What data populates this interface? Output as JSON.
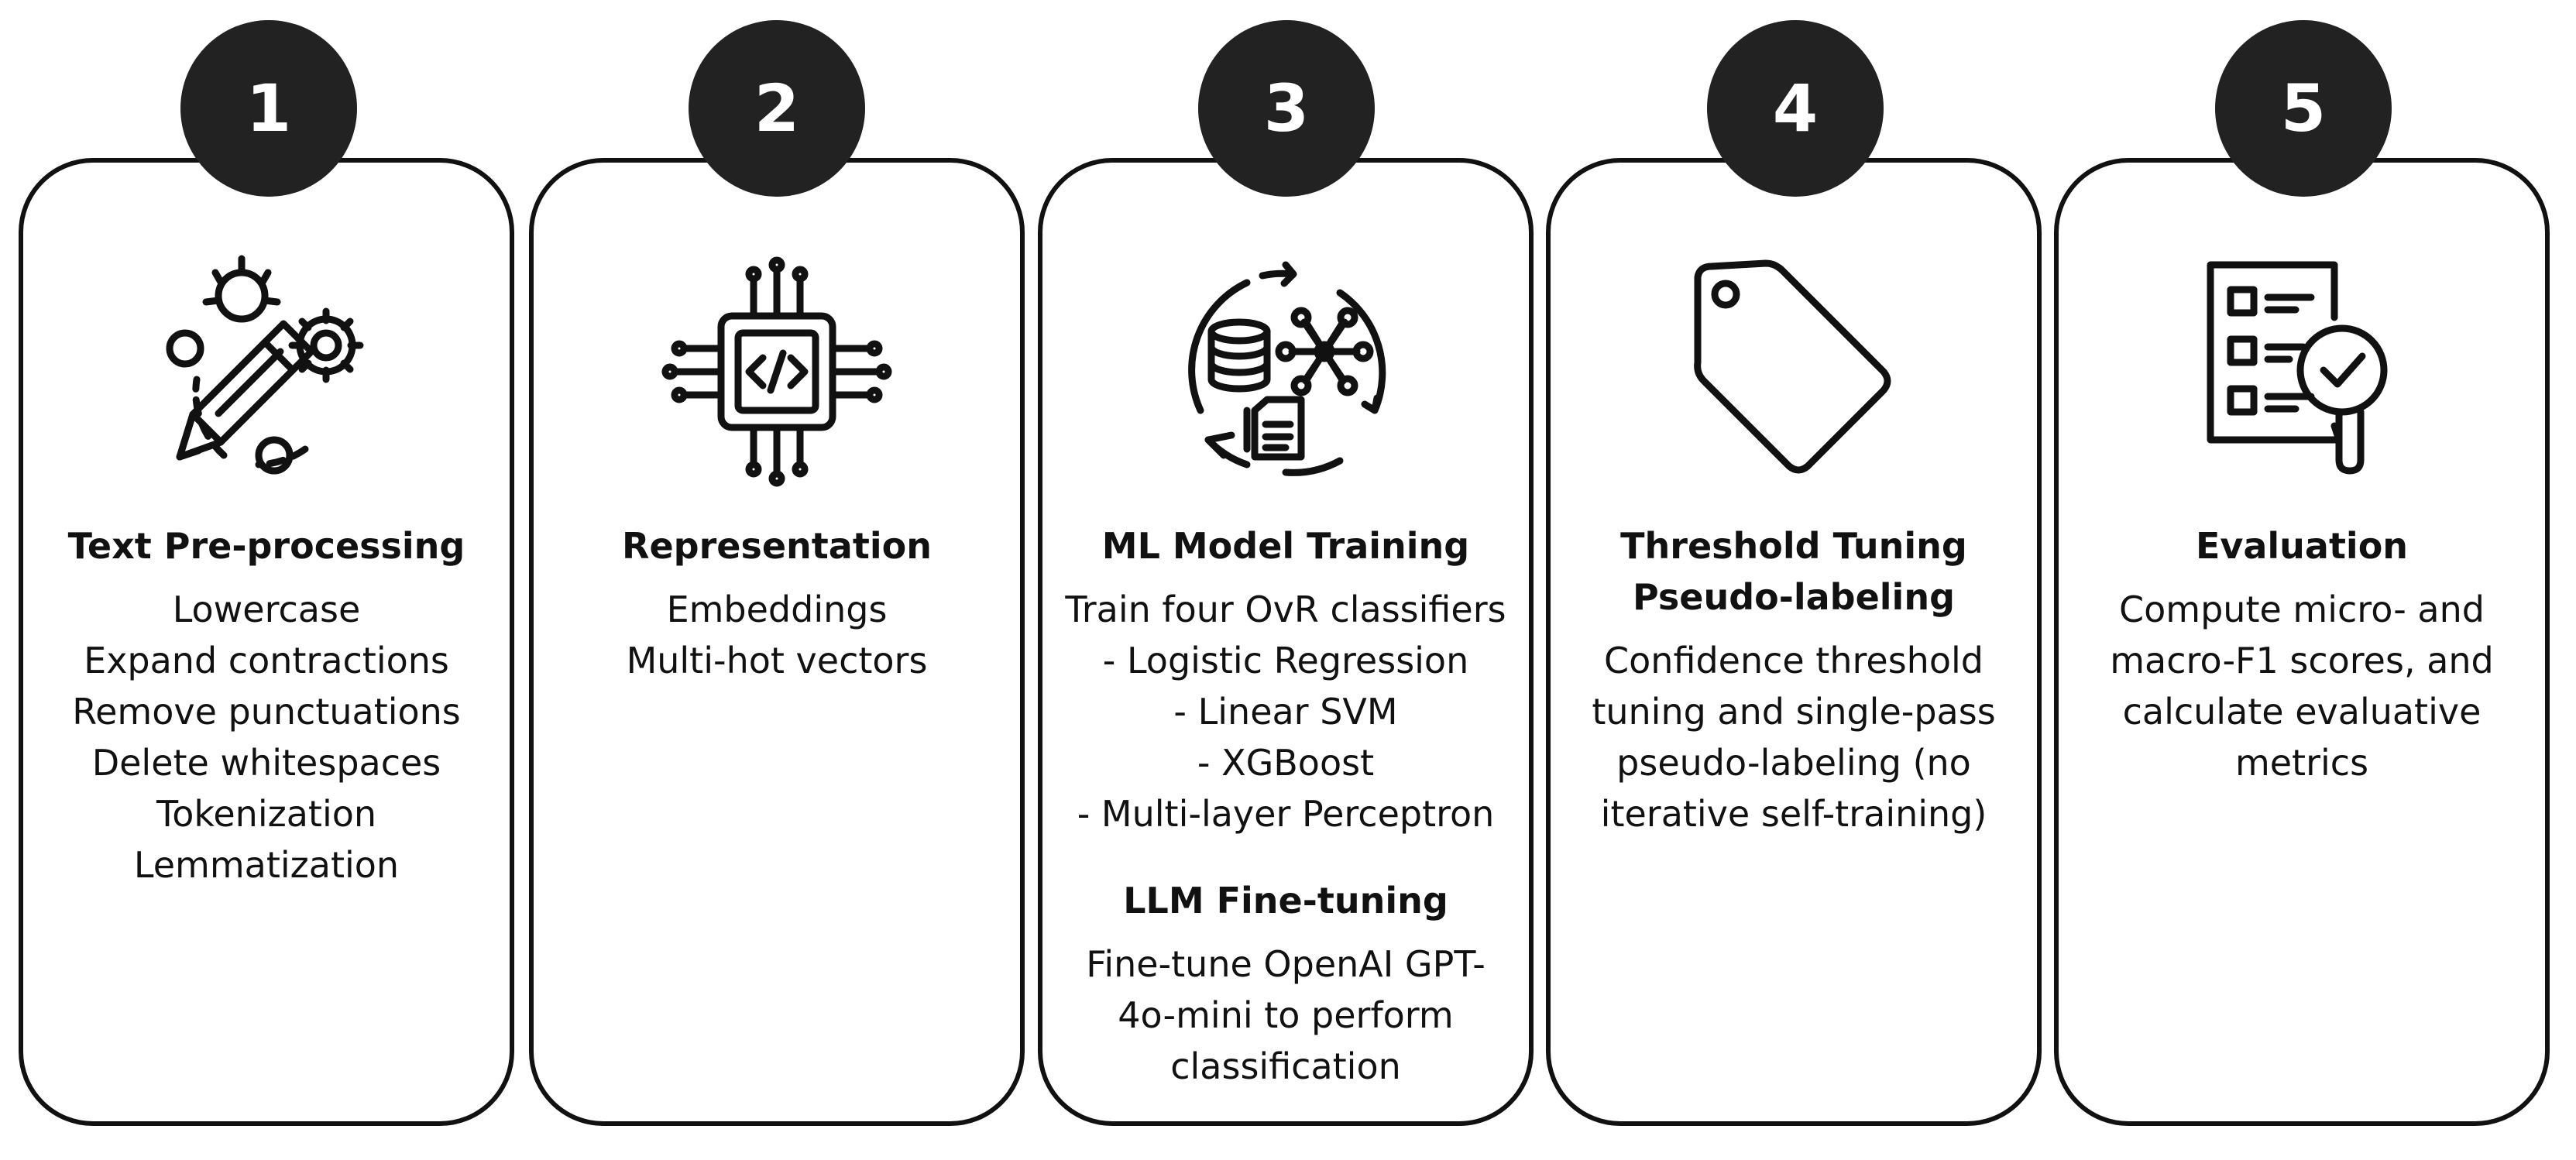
{
  "steps": [
    {
      "number": "1",
      "title": "Text Pre-processing",
      "items": [
        "Lowercase",
        "Expand contractions",
        "Remove punctuations",
        "Delete whitespaces",
        "Tokenization",
        "Lemmatization"
      ],
      "icon": "gears-pencil-icon"
    },
    {
      "number": "2",
      "title": "Representation",
      "items": [
        "Embeddings",
        "Multi-hot vectors"
      ],
      "icon": "chip-code-icon"
    },
    {
      "number": "3",
      "title": "ML Model Training",
      "items": [
        "Train four OvR classifiers",
        "- Logistic Regression",
        "- Linear SVM",
        "- XGBoost",
        "- Multi-layer Perceptron"
      ],
      "subtitle": "LLM Fine-tuning",
      "subitems": [
        "Fine-tune OpenAI GPT-",
        "4o-mini to perform",
        "classification"
      ],
      "icon": "data-cycle-icon"
    },
    {
      "number": "4",
      "title_lines": [
        "Threshold Tuning",
        "Pseudo-labeling"
      ],
      "items": [
        "Confidence threshold",
        "tuning and single-pass",
        "pseudo-labeling (no",
        "iterative self-training)"
      ],
      "icon": "tag-icon"
    },
    {
      "number": "5",
      "title": "Evaluation",
      "items": [
        "Compute micro- and",
        "macro-F1 scores, and",
        "calculate evaluative",
        "metrics"
      ],
      "icon": "checklist-magnifier-icon"
    }
  ]
}
